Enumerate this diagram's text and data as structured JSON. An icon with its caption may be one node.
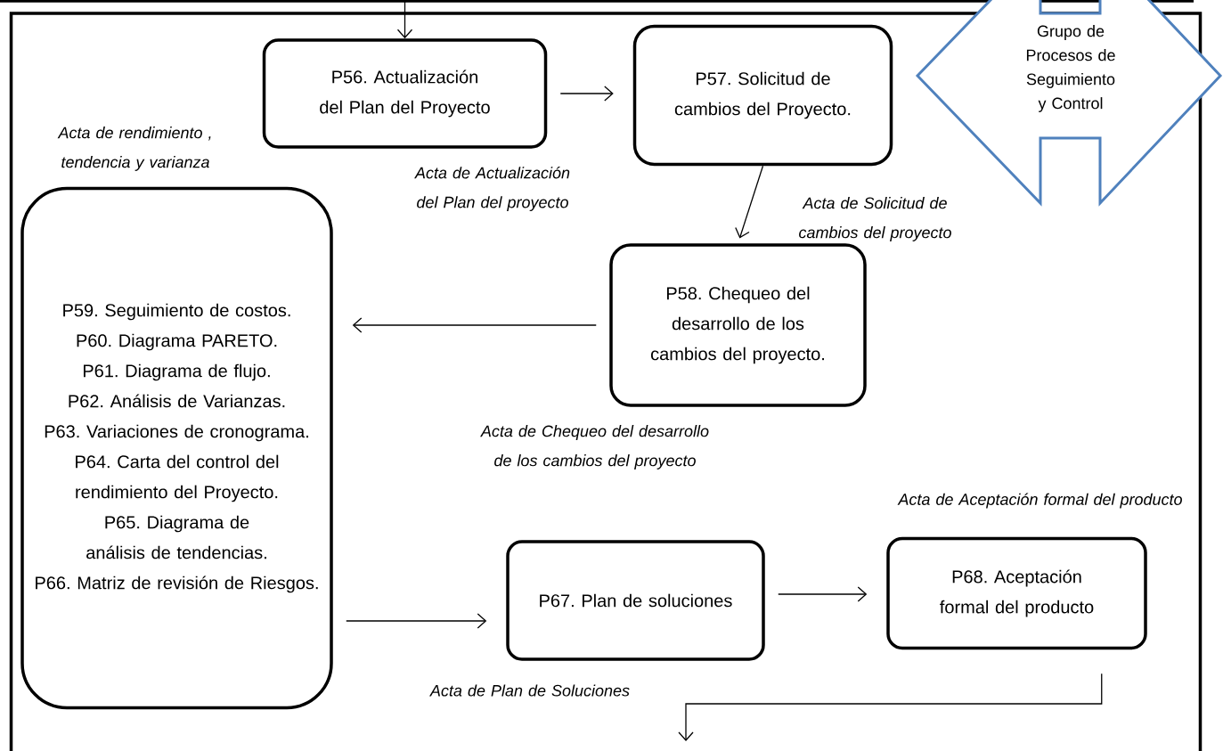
{
  "diagram": {
    "nodes": [
      {
        "text": [],
        "shape": "box"
      },
      {
        "text": [
          "P56. Actualización del Plan del Proyecto"
        ],
        "in": 0,
        "beside": [
          "Acta de Actualización del Plan del proyecto"
        ]
      },
      {
        "text": [
          "P57. Solicitud de cambios del Proyecto."
        ],
        "in": 0
      },
      {
        "text": [
          "Grupo de Procesos de Seguimiento y Control"
        ]
      },
      {
        "text": [
          "P59. Seguimiento de costos.",
          "P60. Diagrama PARETO.",
          "P61. Diagrama de flujo.",
          "P62. Análisis de Varianzas.",
          "P63. Variaciones de cronograma.",
          "P64. Carta del control del rendimiento del Proyecto.",
          "P65. Diagrama de análisis de tendencias.",
          "P66. Matriz de revisión de Riesgos."
        ],
        "in": 0,
        "beside": [
          "Acta de rendimiento , tendencia y varianza"
        ]
      },
      {
        "text": [
          "P58. Chequeo del desarrollo de los cambios del proyecto."
        ],
        "in": 0,
        "beside": [
          "Acta de Chequeo del desarrollo de los cambios del proyecto"
        ]
      },
      {
        "text": [
          "P67. Plan de soluciones"
        ],
        "in": 0,
        "beside": [
          "Acta de Plan de Soluciones"
        ]
      },
      {
        "text": [
          "P68. Aceptación formal del producto"
        ],
        "in": 0,
        "beside": [
          "Acta de Aceptación formal del producto"
        ]
      }
    ],
    "edges": [
      {
        "from": null,
        "to": 1,
        "arrow": "to"
      },
      {
        "from": 1,
        "to": 2,
        "arrow": "to"
      },
      {
        "from": 2,
        "to": 5,
        "arrow": "to",
        "label": "Acta de Solicitud de cambios del proyecto"
      },
      {
        "from": 5,
        "to": 4,
        "arrow": "to"
      },
      {
        "from": 4,
        "to": 6,
        "arrow": "to"
      },
      {
        "from": 6,
        "to": 7,
        "arrow": "to"
      },
      {
        "from": 7,
        "to": null,
        "arrow": "to"
      }
    ]
  }
}
